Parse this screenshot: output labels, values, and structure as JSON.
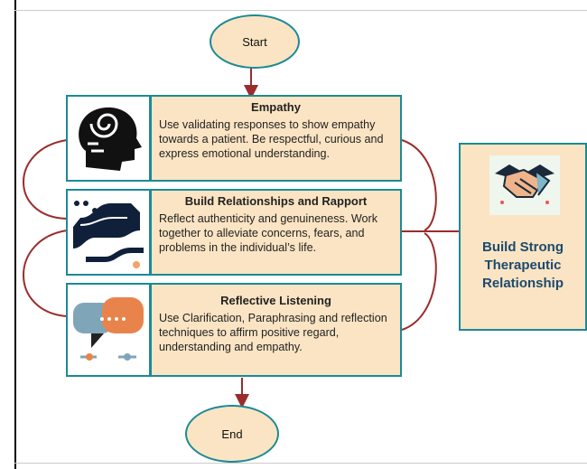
{
  "start": "Start",
  "end": "End",
  "steps": [
    {
      "icon": "head-spiral-icon",
      "title": "Empathy",
      "body": "Use validating responses to show empathy towards a patient. Be respectful, curious and express emotional understanding."
    },
    {
      "icon": "circuit-icon",
      "title": "Build Relationships and Rapport",
      "body": "Reflect authenticity and genuineness. Work together to alleviate concerns, fears, and problems in the individual’s life."
    },
    {
      "icon": "speech-bubbles-icon",
      "title": "Reflective Listening",
      "body": "Use Clarification, Paraphrasing and reflection techniques to affirm positive regard, understanding and empathy."
    }
  ],
  "outcome": {
    "icon": "handshake-icon",
    "title": "Build Strong Therapeutic Relationship"
  },
  "colors": {
    "box_fill": "#fbe4c3",
    "border": "#1b8a95",
    "connector": "#9b2c2c",
    "title_text": "#1c4a6e"
  }
}
